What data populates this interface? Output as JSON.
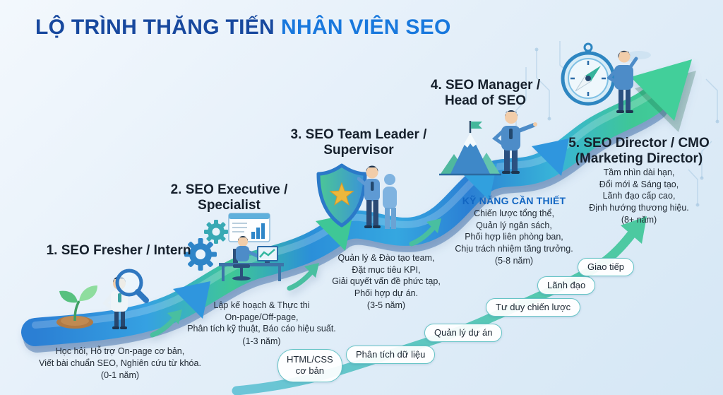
{
  "title": {
    "part1": "LỘ TRÌNH THĂNG TIẾN",
    "part2": "NHÂN VIÊN SEO"
  },
  "stages": [
    {
      "heading": "1. SEO Fresher / Intern",
      "description": "Học hỏi, Hỗ trợ On-page cơ bản,\nViết bài chuẩn SEO, Nghiên cứu từ khóa.",
      "years": "(0-1 năm)",
      "icons": [
        "sprout-icon",
        "person-magnifier-icon"
      ]
    },
    {
      "heading": "2. SEO Executive /\nSpecialist",
      "description": "Lập kế hoạch & Thực thi\nOn-page/Off-page,\nPhân tích kỹ thuật, Báo cáo hiệu suất.",
      "years": "(1-3 năm)",
      "icons": [
        "gears-icon",
        "analyst-desk-icon"
      ]
    },
    {
      "heading": "3. SEO Team Leader /\nSupervisor",
      "description": "Quản lý & Đào tạo team,\nĐặt mục tiêu KPI,\nGiải quyết vấn đề phức tạp,\nPhối hợp dự án.",
      "years": "(3-5 năm)",
      "icons": [
        "shield-star-icon",
        "team-icon"
      ]
    },
    {
      "heading": "4. SEO Manager /\nHead of SEO",
      "skills_label": "KỸ NĂNG CẦN THIẾT",
      "description": "Chiến lược tổng thể,\nQuản lý ngân sách,\nPhối hợp liên phòng ban,\nChịu trách nhiệm tăng trưởng.",
      "years": "(5-8 năm)",
      "icons": [
        "mountain-flag-icon",
        "person-pointing-icon"
      ]
    },
    {
      "heading": "5. SEO Director / CMO\n(Marketing Director)",
      "description": "Tầm nhìn dài hạn,\nĐổi mới & Sáng tạo,\nLãnh đạo cấp cao,\nĐịnh hướng thương hiệu.",
      "years": "(8+ năm)",
      "icons": [
        "compass-icon",
        "person-looking-icon"
      ]
    }
  ],
  "skill_pills": [
    {
      "label": "HTML/CSS\ncơ bản"
    },
    {
      "label": "Phân tích dữ liệu"
    },
    {
      "label": "Quản lý dự án"
    },
    {
      "label": "Tư duy chiến lược"
    },
    {
      "label": "Lãnh đạo"
    },
    {
      "label": "Giao tiếp"
    }
  ],
  "colors": {
    "title_primary": "#17489E",
    "title_accent": "#1878DD",
    "skills_label": "#1266C2",
    "ribbon_blue": "#2F96DE",
    "ribbon_green": "#3FC796",
    "pill_border": "#66C4C6",
    "background": "#E4EFF9"
  }
}
